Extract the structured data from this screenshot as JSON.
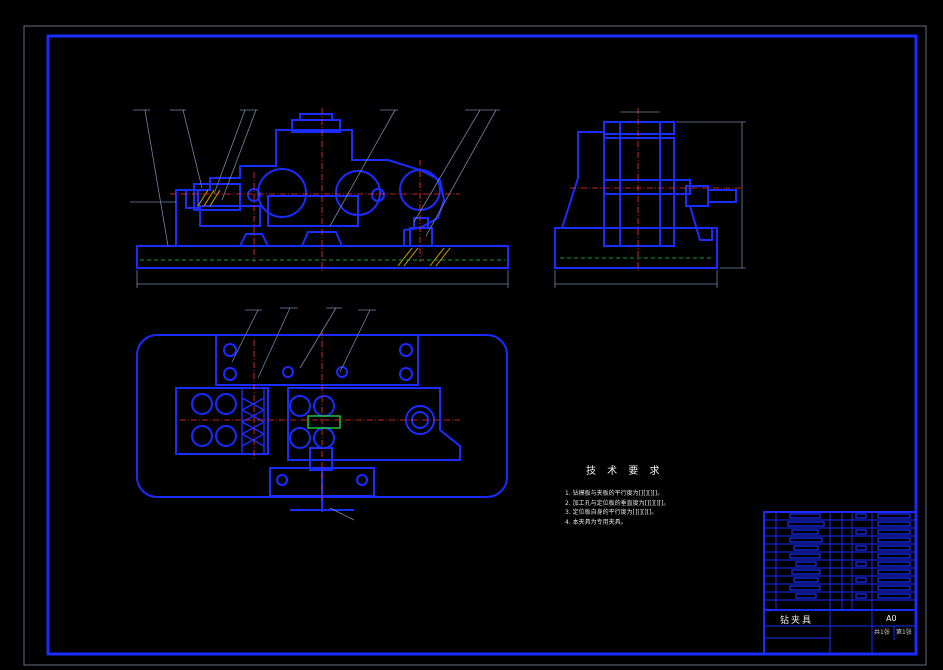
{
  "drawing": {
    "technical_requirements": {
      "title": "技 术 要 求",
      "items": [
        "1. 钻模板与夹板的平行度为[][][][]。",
        "2. 加工孔与定位板的垂直度为[][][][]。",
        "3. 定位板自身的平行度为[][][][]。",
        "4. 本夹具为专用夹具。"
      ]
    },
    "title_block": {
      "drawing_name": "钻夹具",
      "paper_size": "A0",
      "sheet_total": "共1张",
      "sheet_index": "第1张"
    }
  },
  "colors": {
    "background": "#000000",
    "frame": "#1a2cff",
    "thin_line": "#6f86a8",
    "center_line": "#ff3030",
    "hatch": "#d1a000",
    "highlight": "#20d040"
  }
}
